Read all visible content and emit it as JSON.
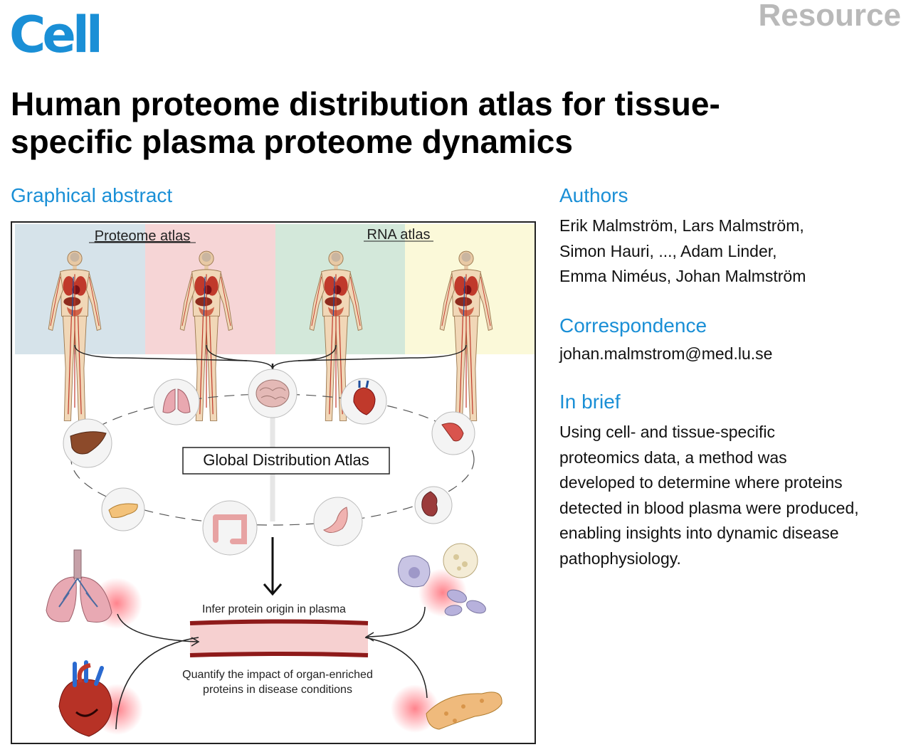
{
  "journal": {
    "logo": "Cell",
    "article_type": "Resource"
  },
  "title_line1": "Human proteome distribution atlas for tissue-",
  "title_line2": "specific plasma proteome dynamics",
  "graphical_abstract": {
    "heading": "Graphical abstract",
    "labels": {
      "proteome_atlas": "Proteome atlas",
      "rna_atlas": "RNA atlas",
      "global_distribution_atlas": "Global Distribution Atlas",
      "infer_origin": "Infer protein origin in plasma",
      "quantify_line1": "Quantify the impact of organ-enriched",
      "quantify_line2": "proteins in disease conditions"
    },
    "panel_colors": [
      "#d6e3ea",
      "#f6d5d6",
      "#d3e8da",
      "#fbf9d9"
    ]
  },
  "authors": {
    "heading": "Authors",
    "lines": [
      "Erik Malmström, Lars Malmström,",
      "Simon Hauri, ..., Adam Linder,",
      "Emma Niméus, Johan Malmström"
    ]
  },
  "correspondence": {
    "heading": "Correspondence",
    "email": "johan.malmstrom@med.lu.se"
  },
  "in_brief": {
    "heading": "In brief",
    "lines": [
      "Using cell- and tissue-specific",
      "proteomics data, a method was",
      "developed to determine where proteins",
      "detected in blood plasma were produced,",
      "enabling insights into dynamic disease",
      "pathophysiology."
    ]
  },
  "colors": {
    "accent_blue": "#1a8fd6",
    "resource_gray": "#b9b9b9"
  }
}
